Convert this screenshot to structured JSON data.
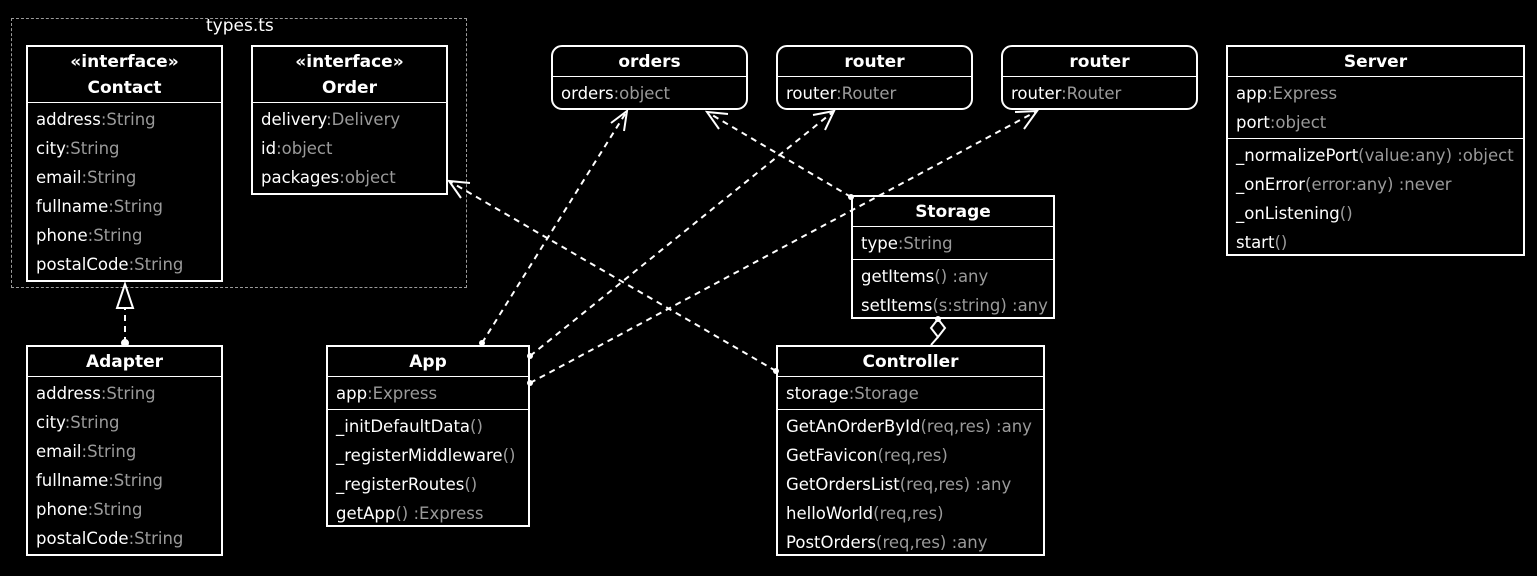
{
  "package": {
    "label": "types.ts"
  },
  "classes": {
    "contact": {
      "stereotype": "«interface»",
      "name": "Contact",
      "attributes": [
        {
          "n": "address",
          "t": ":String"
        },
        {
          "n": "city",
          "t": ":String"
        },
        {
          "n": "email",
          "t": ":String"
        },
        {
          "n": "fullname",
          "t": ":String"
        },
        {
          "n": "phone",
          "t": ":String"
        },
        {
          "n": "postalCode",
          "t": ":String"
        }
      ]
    },
    "order": {
      "stereotype": "«interface»",
      "name": "Order",
      "attributes": [
        {
          "n": "delivery",
          "t": ":Delivery"
        },
        {
          "n": "id",
          "t": ":object"
        },
        {
          "n": "packages",
          "t": ":object"
        }
      ]
    },
    "orders": {
      "name": "orders",
      "attributes": [
        {
          "n": "orders",
          "t": ":object"
        }
      ]
    },
    "router1": {
      "name": "router",
      "attributes": [
        {
          "n": "router",
          "t": ":Router"
        }
      ]
    },
    "router2": {
      "name": "router",
      "attributes": [
        {
          "n": "router",
          "t": ":Router"
        }
      ]
    },
    "server": {
      "name": "Server",
      "attributes": [
        {
          "n": "app",
          "t": ":Express"
        },
        {
          "n": "port",
          "t": ":object"
        }
      ],
      "methods": [
        {
          "n": "_normalizePort",
          "t": "(value:any) :object"
        },
        {
          "n": "_onError",
          "t": "(error:any) :never"
        },
        {
          "n": "_onListening",
          "t": "()"
        },
        {
          "n": "start",
          "t": "()"
        }
      ]
    },
    "storage": {
      "name": "Storage",
      "attributes": [
        {
          "n": "type",
          "t": ":String"
        }
      ],
      "methods": [
        {
          "n": "getItems",
          "t": "() :any"
        },
        {
          "n": "setItems",
          "t": "(s:string) :any"
        }
      ]
    },
    "adapter": {
      "name": "Adapter",
      "attributes": [
        {
          "n": "address",
          "t": ":String"
        },
        {
          "n": "city",
          "t": ":String"
        },
        {
          "n": "email",
          "t": ":String"
        },
        {
          "n": "fullname",
          "t": ":String"
        },
        {
          "n": "phone",
          "t": ":String"
        },
        {
          "n": "postalCode",
          "t": ":String"
        }
      ]
    },
    "app": {
      "name": "App",
      "attributes": [
        {
          "n": "app",
          "t": ":Express"
        }
      ],
      "methods": [
        {
          "n": "_initDefaultData",
          "t": "()"
        },
        {
          "n": "_registerMiddleware",
          "t": "()"
        },
        {
          "n": "_registerRoutes",
          "t": "()"
        },
        {
          "n": "getApp",
          "t": "() :Express"
        }
      ]
    },
    "controller": {
      "name": "Controller",
      "attributes": [
        {
          "n": "storage",
          "t": ":Storage"
        }
      ],
      "methods": [
        {
          "n": "GetAnOrderById",
          "t": "(req,res) :any"
        },
        {
          "n": "GetFavicon",
          "t": "(req,res)"
        },
        {
          "n": "GetOrdersList",
          "t": "(req,res) :any"
        },
        {
          "n": "helloWorld",
          "t": "(req,res)"
        },
        {
          "n": "PostOrders",
          "t": "(req,res) :any"
        }
      ]
    }
  }
}
